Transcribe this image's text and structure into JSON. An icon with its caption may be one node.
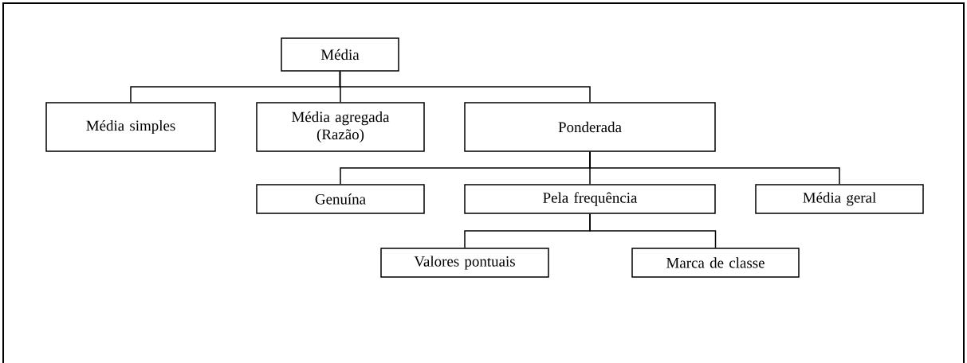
{
  "diagram": {
    "nodes": [
      {
        "text": [
          "Média"
        ]
      },
      {
        "text": [
          "Média simples"
        ]
      },
      {
        "text": [
          "Média agregada (Razão)"
        ]
      },
      {
        "text": [
          "Ponderada"
        ]
      },
      {
        "text": [
          "Genuína"
        ]
      },
      {
        "text": [
          "Pela frequência"
        ]
      },
      {
        "text": [
          "Média geral"
        ]
      },
      {
        "text": [
          "Valores pontuais"
        ]
      },
      {
        "text": [
          "Marca de classe"
        ]
      }
    ],
    "edges": [
      {
        "from": 0,
        "to": 1,
        "arrow": "none"
      },
      {
        "from": 0,
        "to": 2,
        "arrow": "none"
      },
      {
        "from": 0,
        "to": 3,
        "arrow": "none"
      },
      {
        "from": 3,
        "to": 4,
        "arrow": "none"
      },
      {
        "from": 3,
        "to": 5,
        "arrow": "none"
      },
      {
        "from": 3,
        "to": 6,
        "arrow": "none"
      },
      {
        "from": 5,
        "to": 7,
        "arrow": "none"
      },
      {
        "from": 5,
        "to": 8,
        "arrow": "none"
      }
    ]
  }
}
